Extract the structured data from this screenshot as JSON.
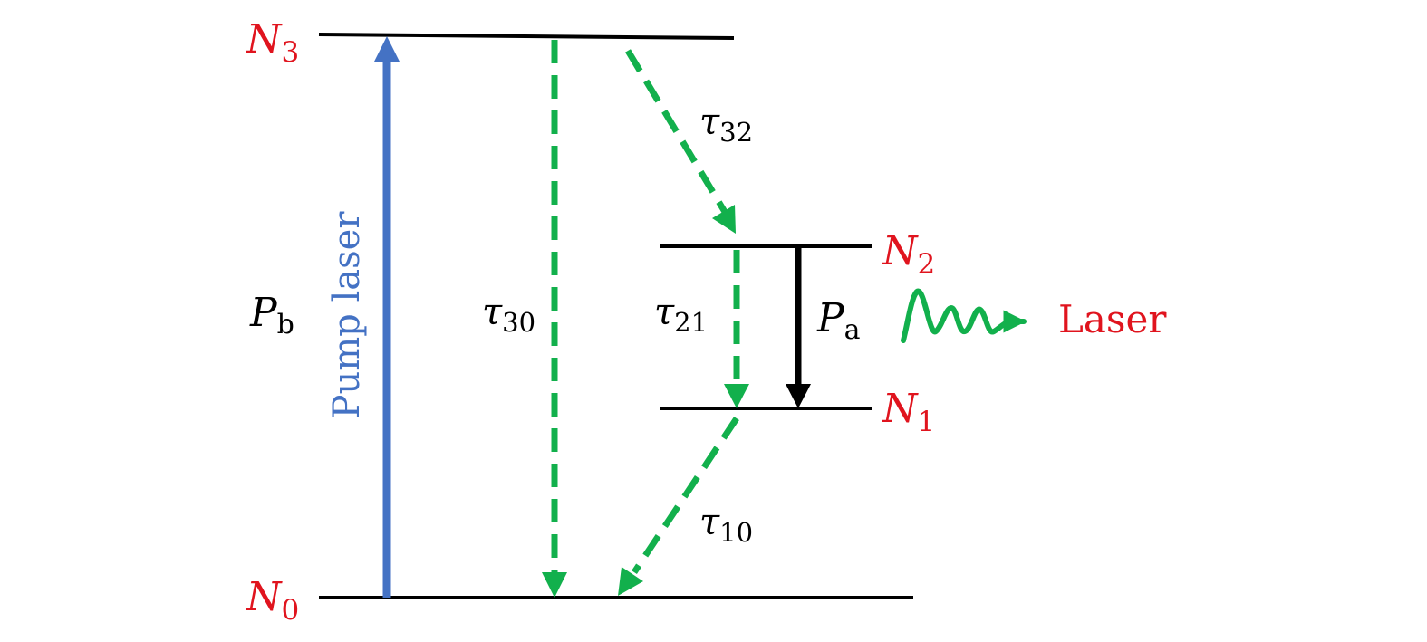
{
  "colors": {
    "level_label": "#e0141e",
    "pump": "#4472c4",
    "decay": "#12b04c",
    "black": "#000000",
    "laser_label": "#e0141e"
  },
  "levels": {
    "N3": {
      "base": "N",
      "sub": "3"
    },
    "N2": {
      "base": "N",
      "sub": "2"
    },
    "N1": {
      "base": "N",
      "sub": "1"
    },
    "N0": {
      "base": "N",
      "sub": "0"
    }
  },
  "transitions": {
    "tau32": {
      "base": "τ",
      "sub": "32"
    },
    "tau30": {
      "base": "τ",
      "sub": "30"
    },
    "tau21": {
      "base": "τ",
      "sub": "21"
    },
    "tau10": {
      "base": "τ",
      "sub": "10"
    },
    "Pb": {
      "base": "P",
      "sub": "b"
    },
    "Pa": {
      "base": "P",
      "sub": "a"
    }
  },
  "pump_label": "Pump laser",
  "laser_label": "Laser"
}
